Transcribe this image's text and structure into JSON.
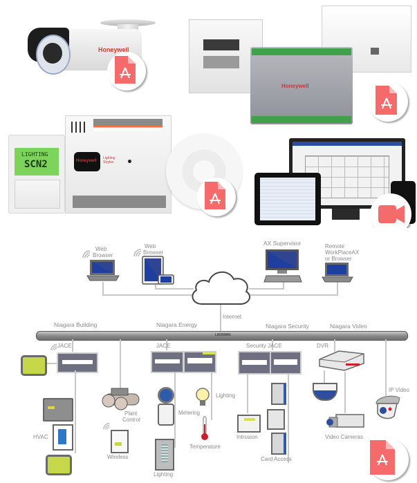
{
  "products": {
    "camera": {
      "brand": "Honeywell",
      "action_icon": "pdf-icon"
    },
    "controllers": {
      "brand": "Honeywell",
      "action_icon": "pdf-icon"
    },
    "lighting": {
      "brand": "Honeywell",
      "product_label": "Lighting Stryker",
      "display_line1": "LIGHTING",
      "display_line2": "SCN2",
      "action_icon": "pdf-icon"
    },
    "software": {
      "action_icon": "video-camera-icon"
    }
  },
  "diagram": {
    "clients": [
      {
        "label": "Web\nBrowser",
        "line1": "Web",
        "line2": "Browser"
      },
      {
        "label": "Web Browser",
        "line1": "Web",
        "line2": "Browser"
      },
      {
        "label": "AX Supervisor"
      },
      {
        "line1": "Remote",
        "line2": "WorkPlaceAX",
        "line3": "or Browser"
      }
    ],
    "internet_label": "Internet",
    "backbone_label": "LAN/WAN",
    "sections": [
      "Niagara Building",
      "Niagara Energy",
      "Niagara Security",
      "Niagara Video"
    ],
    "controllers": [
      "JACE",
      "JACE",
      "Security JACE",
      "DVR"
    ],
    "building_devices": {
      "hvac": "HVAC",
      "plant": "Plant Control",
      "plant1": "Plant",
      "plant2": "Control",
      "wireless": "Wireless"
    },
    "energy_devices": {
      "lighting_bulb": "Lighting",
      "metering": "Metering",
      "temperature": "Temperature",
      "lighting_panel": "Lighting"
    },
    "security_devices": {
      "intrusion": "Intrusion",
      "card_access": "Card Access"
    },
    "video_devices": {
      "ip_video": "IP Video",
      "video_cameras": "Video Cameras"
    },
    "action_icon": "pdf-icon"
  },
  "colors": {
    "pdf_red": "#f56b6b",
    "screen_blue": "#1f3f9e",
    "lcd_green": "#b8d44a",
    "line_gray": "#c8c8c8"
  }
}
